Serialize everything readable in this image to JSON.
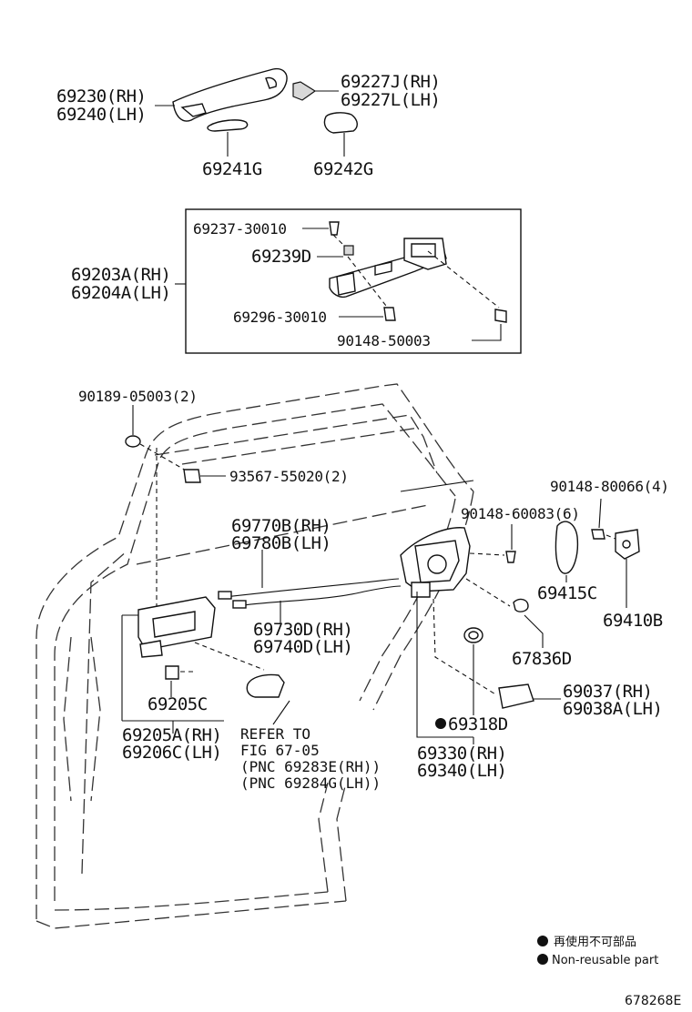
{
  "labels": {
    "p69230": "69230(RH)",
    "p69240": "69240(LH)",
    "p69227J": "69227J(RH)",
    "p69227L": "69227L(LH)",
    "p69241G": "69241G",
    "p69242G": "69242G",
    "p69237": "69237-30010",
    "p69239D": "69239D",
    "p69203A": "69203A(RH)",
    "p69204A": "69204A(LH)",
    "p69296": "69296-30010",
    "p90148_50003": "90148-50003",
    "p90189": "90189-05003(2)",
    "p93567": "93567-55020(2)",
    "p90148_80066": "90148-80066(4)",
    "p90148_60083": "90148-60083(6)",
    "p69770B": "69770B(RH)",
    "p69780B": "69780B(LH)",
    "p69415C": "69415C",
    "p69410B": "69410B",
    "p69730D": "69730D(RH)",
    "p69740D": "69740D(LH)",
    "p67836D": "67836D",
    "p69205C": "69205C",
    "p69037": "69037(RH)",
    "p69038A": "69038A(LH)",
    "p69318D": "69318D",
    "p69205A": "69205A(RH)",
    "p69206C": "69206C(LH)",
    "ref1": "REFER TO",
    "ref2": "FIG 67-05",
    "ref3": "(PNC 69283E(RH))",
    "ref4": "(PNC 69284G(LH))",
    "p69330": "69330(RH)",
    "p69340": "69340(LH)"
  },
  "legend": {
    "jp": "再使用不可部品",
    "en": "Non-reusable part"
  },
  "figure_id": "678268E"
}
